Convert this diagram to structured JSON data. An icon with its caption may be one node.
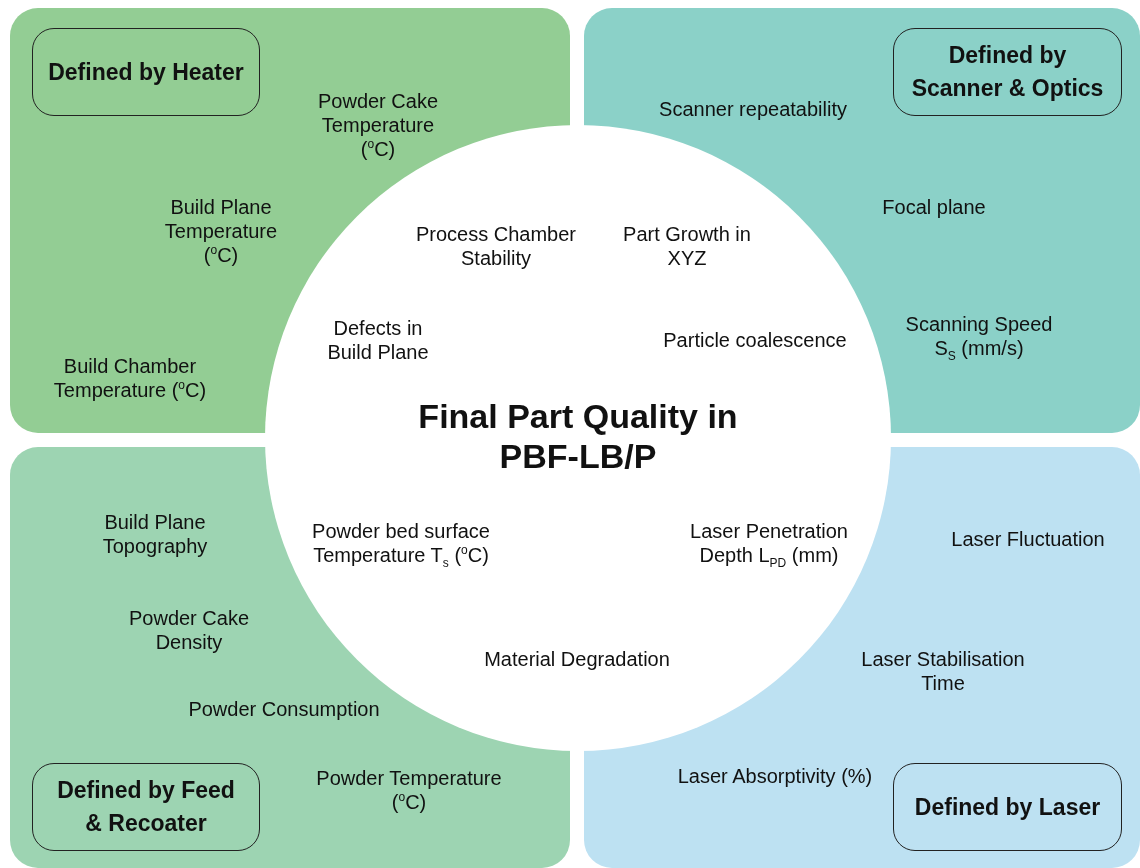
{
  "diagram": {
    "nodes": [
      {
        "text": [
          "Powder Cake Temperature ($^{o}$C)",
          "Build Plane Temperature ($^{o}$C)",
          "Build Chamber Temperature ($^{o}$C)"
        ]
      },
      {
        "text": [
          "Defined by Heater"
        ],
        "in": 0
      },
      {
        "text": [
          "Scanner repeatability",
          "Focal plane",
          "Scanning Speed S$_{S}$ (mm/s)"
        ]
      },
      {
        "text": [
          "Defined by Scanner & Optics"
        ],
        "in": 2
      },
      {
        "text": [
          "Build Plane Topography",
          "Powder Cake Density",
          "Powder Consumption",
          "Powder Temperature ($^{o}$C)"
        ]
      },
      {
        "text": [
          "Defined by Feed & Recoater"
        ],
        "in": 4
      },
      {
        "text": [
          "Laser Fluctuation",
          "Laser Stabilisation Time",
          "Laser Absorptivity (%)"
        ]
      },
      {
        "text": [
          "Defined by Laser"
        ],
        "in": 6
      },
      {
        "text": [
          "Final Part Quality in PBF-LB/P"
        ]
      }
    ],
    "labels": [
      "Process Chamber Stability",
      "Part Growth in XYZ",
      "Defects in Build Plane",
      "Particle coalescence",
      "Powder bed surface Temperature T$_{s}$ ($^{o}$C)",
      "Laser Penetration Depth L$_{PD}$ (mm)",
      "Material Degradation"
    ]
  }
}
